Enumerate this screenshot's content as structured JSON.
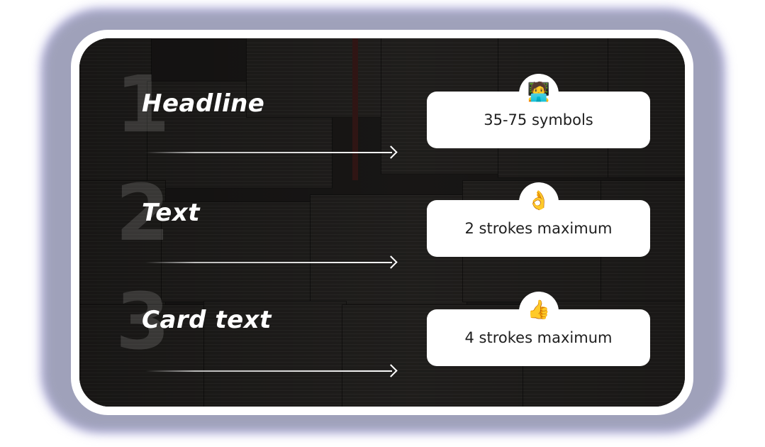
{
  "steps": [
    {
      "number": "1",
      "label": "Headline",
      "card_text": "35-75 symbols",
      "icon": "technologist-emoji",
      "glyph": "🧑‍💻"
    },
    {
      "number": "2",
      "label": "Text",
      "card_text": "2 strokes maximum",
      "icon": "ok-hand-emoji",
      "glyph": "👌"
    },
    {
      "number": "3",
      "label": "Card text",
      "card_text": "4 strokes maximum",
      "icon": "thumbs-up-emoji",
      "glyph": "👍"
    }
  ],
  "colors": {
    "frame": "#ffffff",
    "panel": "#1c1a19",
    "glow": "#9c9fb4",
    "card_text": "#1e1e1e",
    "label": "#ffffff"
  }
}
